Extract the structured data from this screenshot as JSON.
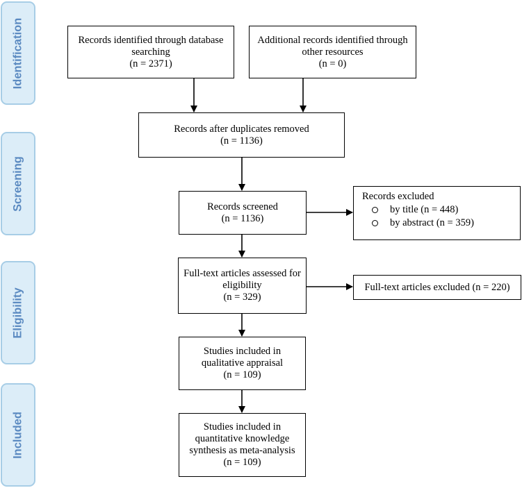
{
  "phases": {
    "identification": "Identification",
    "screening": "Screening",
    "eligibility": "Eligibility",
    "included": "Included"
  },
  "boxes": {
    "db_search": {
      "line1": "Records identified through database",
      "line2": "searching",
      "line3": "(n = 2371)"
    },
    "other_sources": {
      "line1": "Additional records identified through",
      "line2": "other resources",
      "line3": "(n = 0)"
    },
    "duplicates_removed": {
      "line1": "Records after duplicates removed",
      "line2": "(n = 1136)"
    },
    "screened": {
      "line1": "Records screened",
      "line2": "(n = 1136)"
    },
    "excluded": {
      "title": "Records excluded",
      "item1": "by title (n = 448)",
      "item2": "by abstract (n = 359)"
    },
    "fulltext_assessed": {
      "line1": "Full-text articles assessed for",
      "line2": "eligibility",
      "line3": "(n = 329)"
    },
    "fulltext_excluded": {
      "line1": "Full-text articles excluded (n = 220)"
    },
    "qualitative": {
      "line1": "Studies included in",
      "line2": "qualitative appraisal",
      "line3": "(n = 109)"
    },
    "quantitative": {
      "line1": "Studies included in",
      "line2": "quantitative knowledge",
      "line3": "synthesis as meta-analysis",
      "line4": "(n = 109)"
    }
  }
}
